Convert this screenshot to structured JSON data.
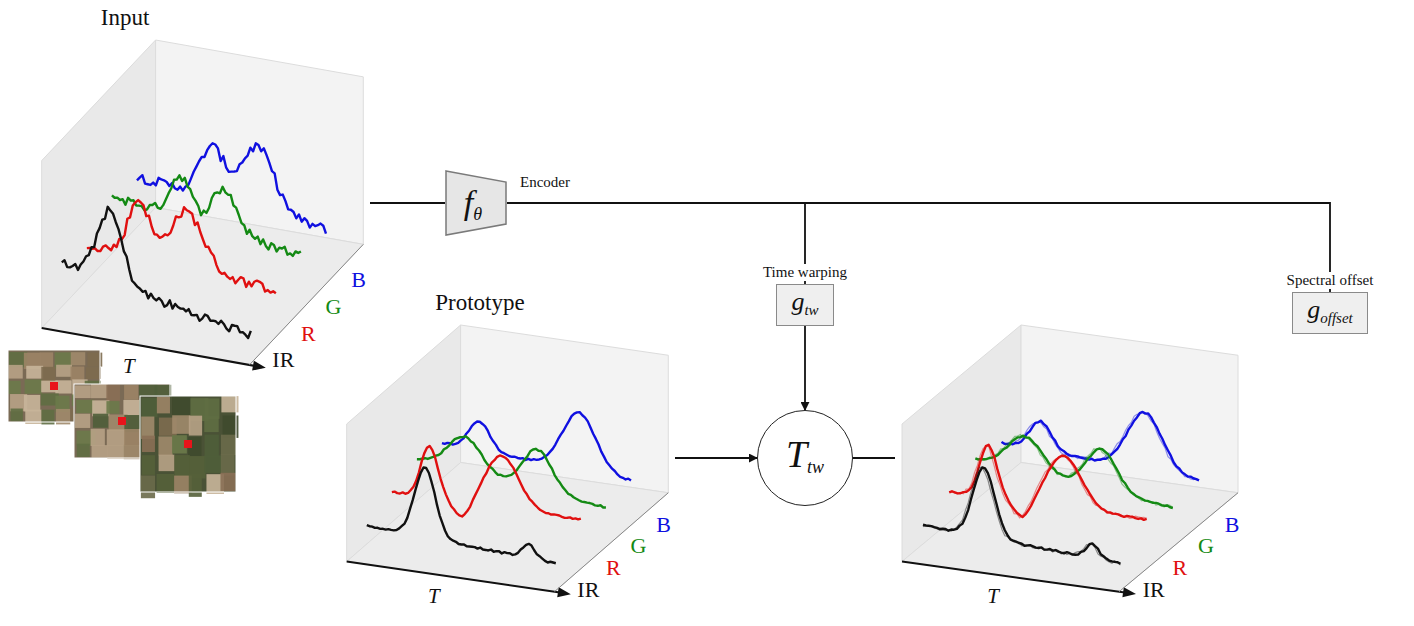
{
  "diagram": {
    "nodes": [
      {
        "text": [
          "Input",
          "T",
          "IR",
          "R",
          "G",
          "B"
        ]
      },
      {
        "text": [
          "f",
          "θ",
          "Encoder"
        ]
      },
      {
        "text": [
          "Time warping",
          "g",
          "tw"
        ]
      },
      {
        "text": [
          "Spectral offset",
          "g",
          "offset"
        ]
      },
      {
        "text": [
          "Prototype",
          "T",
          "IR",
          "R",
          "G",
          "B"
        ]
      },
      {
        "text": [
          "T",
          "tw"
        ]
      },
      {
        "text": [
          "T",
          "IR",
          "R",
          "G",
          "B"
        ]
      }
    ],
    "edges": [
      {
        "from": 0,
        "to": 1,
        "arrow": "none"
      },
      {
        "from": 1,
        "to": 2,
        "arrow": "none"
      },
      {
        "from": 1,
        "to": 3,
        "arrow": "none"
      },
      {
        "from": 2,
        "to": 5,
        "arrow": "to"
      },
      {
        "from": 4,
        "to": 5,
        "arrow": "to"
      },
      {
        "from": 5,
        "to": 6,
        "arrow": "none"
      }
    ]
  }
}
